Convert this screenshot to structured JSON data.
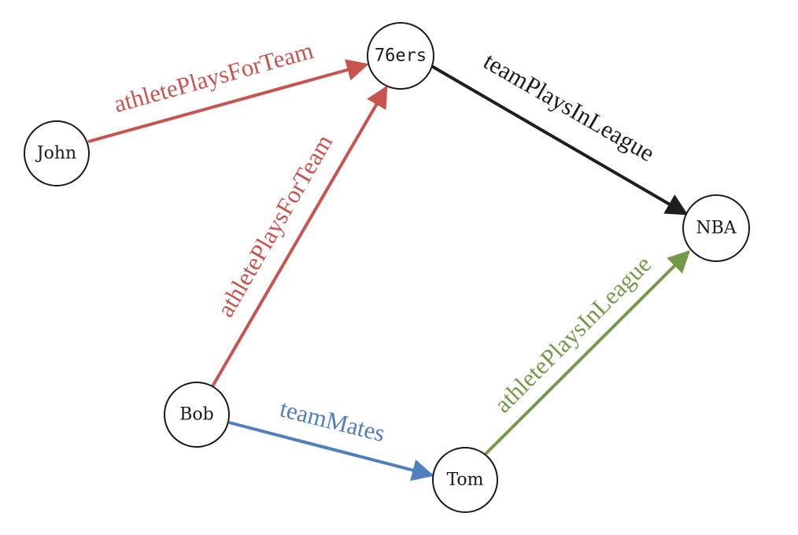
{
  "colors": {
    "red": "#c9534f",
    "black": "#1e1e1e",
    "blue": "#4f7fbf",
    "green": "#75994a"
  },
  "nodes": {
    "john": {
      "label": "John"
    },
    "sixers": {
      "label": "76ers"
    },
    "nba": {
      "label": "NBA"
    },
    "bob": {
      "label": "Bob"
    },
    "tom": {
      "label": "Tom"
    }
  },
  "edges": {
    "john_76ers": {
      "label": "athletePlaysForTeam",
      "color": "red"
    },
    "bob_76ers": {
      "label": "athletePlaysForTeam",
      "color": "red"
    },
    "sixers_nba": {
      "label": "teamPlaysInLeague",
      "color": "black"
    },
    "bob_tom": {
      "label": "teamMates",
      "color": "blue"
    },
    "tom_nba": {
      "label": "athletePlaysInLeague",
      "color": "green"
    }
  }
}
